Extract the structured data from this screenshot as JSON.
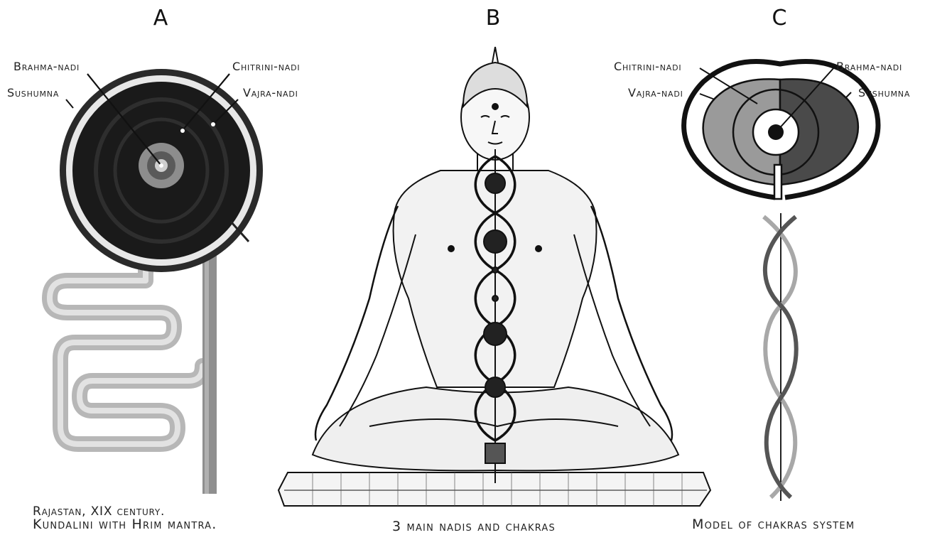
{
  "panels": {
    "a": {
      "letter": "A",
      "labels": {
        "brahma": "Brahma-nadi",
        "sushumna": "Sushumna",
        "chitrini": "Chitrini-nadi",
        "vajra": "Vajra-nadi"
      },
      "caption_line1": "Rajastan, XIX century.",
      "caption_line2": "Kundalini with Hrim mantra."
    },
    "b": {
      "letter": "B",
      "caption": "3 main nadis and chakras"
    },
    "c": {
      "letter": "C",
      "labels": {
        "chitrini": "Chitrini-nadi",
        "brahma": "Brahma-nadi",
        "vajra": "Vajra-nadi",
        "sushumna": "Sushumna"
      },
      "caption": "Model of chakras system"
    }
  },
  "colors": {
    "dark_disk": "#1a1a1a",
    "light_gray": "#9a9a9a",
    "dark_gray": "#4a4a4a",
    "ink": "#111111"
  }
}
